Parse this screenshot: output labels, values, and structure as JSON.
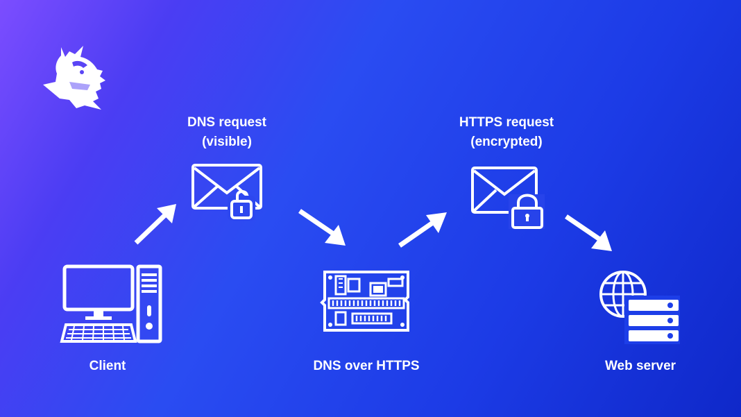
{
  "colors": {
    "foreground": "#ffffff",
    "background_start": "#7c4dff",
    "background_end": "#0f28c9"
  },
  "steps": {
    "client": {
      "label": "Client",
      "icon": "desktop-computer-icon"
    },
    "dns_request": {
      "line1": "DNS request",
      "line2": "(visible)",
      "icon": "envelope-unlocked-icon"
    },
    "doh": {
      "label": "DNS over HTTPS",
      "icon": "circuit-board-icon"
    },
    "https_request": {
      "line1": "HTTPS request",
      "line2": "(encrypted)",
      "icon": "envelope-locked-icon"
    },
    "web_server": {
      "label": "Web server",
      "icon": "globe-server-icon"
    }
  }
}
